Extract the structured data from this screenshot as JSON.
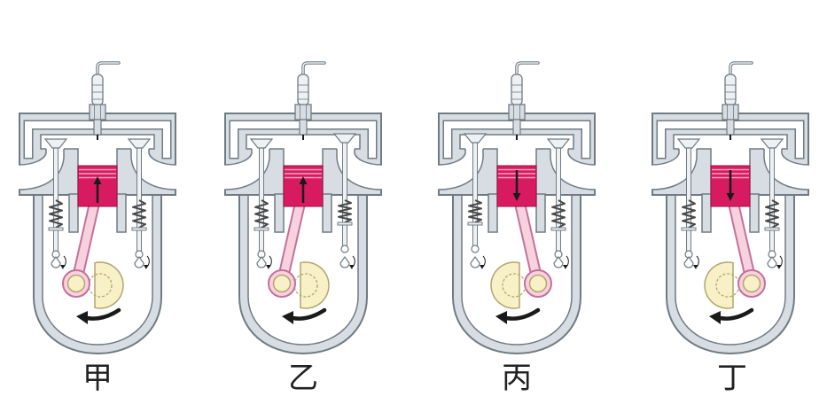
{
  "engines": [
    {
      "label": "甲"
    },
    {
      "label": "乙"
    },
    {
      "label": "丙"
    },
    {
      "label": "丁"
    }
  ],
  "colors": {
    "background": "#ffffff",
    "body": "#d7dde2",
    "outline": "#6f7b84",
    "piston": "#d81b60",
    "piston_outline": "#9c1046",
    "piston_rings": "#f3a3c0",
    "rod": "#f7d2de",
    "rod_outline": "#c4709a",
    "crank": "#f8f0c6",
    "crank_outline": "#b3a66e",
    "valve": "#eef1f4",
    "spring": "#4a4a4a",
    "arrow": "#1a1a1a"
  }
}
